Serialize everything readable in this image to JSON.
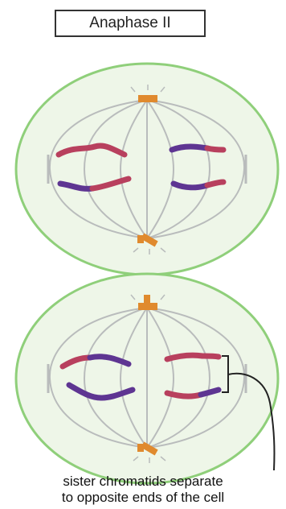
{
  "title": "Anaphase II",
  "caption": {
    "line1": "sister chromatids separate",
    "line2": "to opposite ends of the cell"
  },
  "colors": {
    "membrane": "#8fcf7a",
    "cytoplasm": "#eef6e8",
    "spindle": "#b9bcbc",
    "centrosome": "#e08a2e",
    "chromatid_red": "#b8405e",
    "chromatid_purple": "#5e3592",
    "bracket": "#222222"
  },
  "icons": {
    "centrosome": "centrosome-icon",
    "chromatid": "chromatid-icon"
  }
}
